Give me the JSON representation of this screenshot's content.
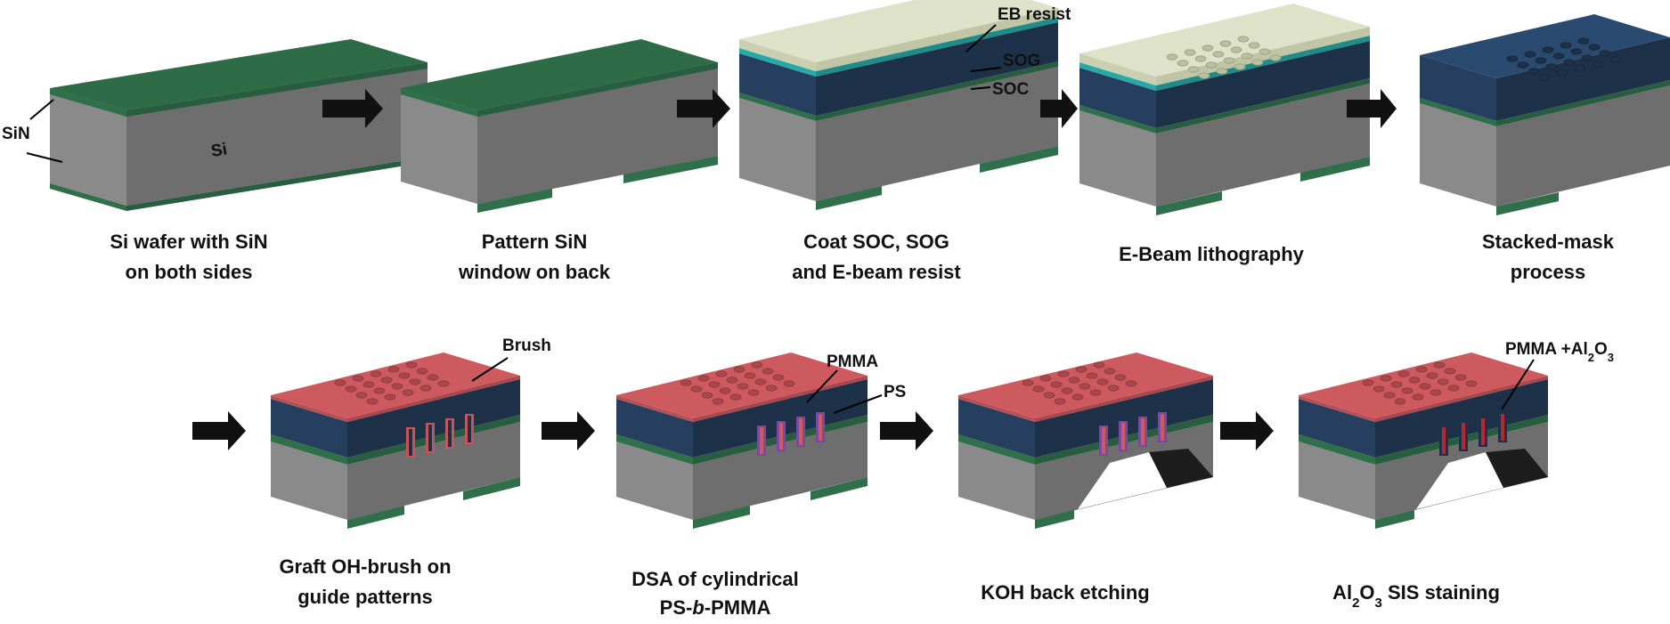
{
  "steps": [
    {
      "line1": "Si wafer with SiN",
      "line2": "on both sides"
    },
    {
      "line1": "Pattern SiN",
      "line2": "window on back"
    },
    {
      "line1": "Coat SOC, SOG",
      "line2": "and E-beam resist"
    },
    {
      "line1": "E-Beam lithography",
      "line2": ""
    },
    {
      "line1": "Stacked-mask",
      "line2": "process"
    },
    {
      "line1": "Graft OH-brush on",
      "line2": "guide patterns"
    },
    {
      "line1": "DSA of cylindrical",
      "line2a": "PS-",
      "line2b": "b",
      "line2c": "-PMMA"
    },
    {
      "line1": "KOH back etching",
      "line2": ""
    },
    {
      "line1a": "Al",
      "line1b": "2",
      "line1c": "O",
      "line1d": "3",
      "line1e": " SIS staining"
    }
  ],
  "labels": {
    "sin": "SiN",
    "si": "Si",
    "eb_resist": "EB resist",
    "sog": "SOG",
    "soc": "SOC",
    "brush": "Brush",
    "pmma": "PMMA",
    "ps": "PS",
    "pmma_al_a": "PMMA +Al",
    "pmma_al_b": "2",
    "pmma_al_c": "O",
    "pmma_al_d": "3"
  },
  "colors": {
    "si_front": "#8a8a8a",
    "si_side": "#6e6e6e",
    "sin_top": "#2e6b47",
    "sin_layer": "#2f6f4a",
    "soc_front": "#263f5e",
    "soc_side": "#1d3249",
    "soc_top": "#2a4a6f",
    "sog": "#27a9a6",
    "resist_top": "#dde2c8",
    "resist_front": "#c9cfb0",
    "brush_top": "#cc5a5f",
    "arrow": "#111111"
  }
}
